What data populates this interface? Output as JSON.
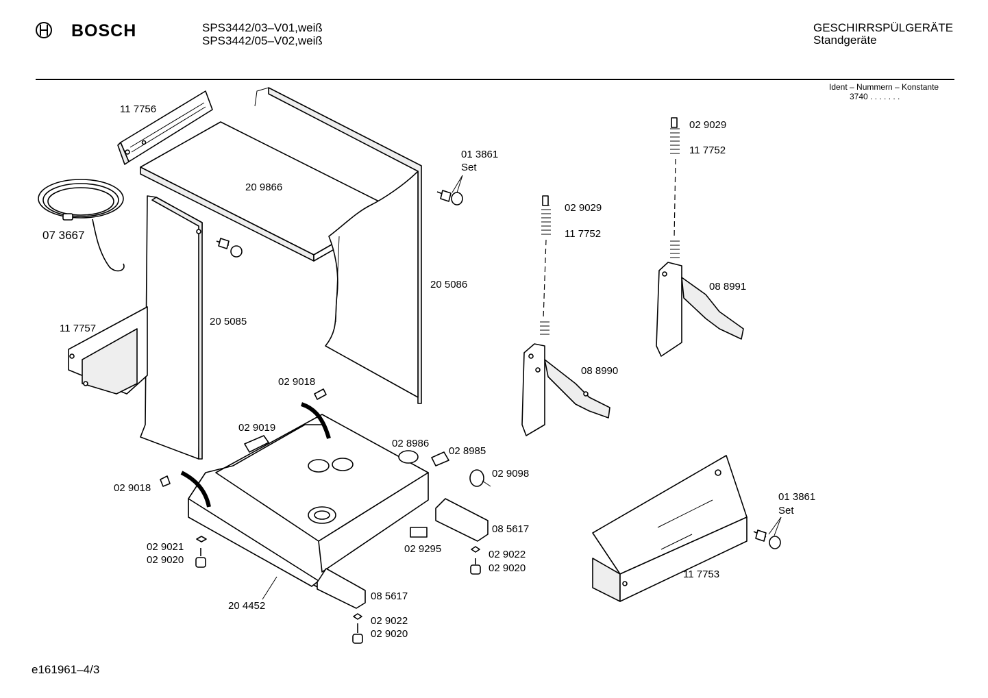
{
  "header": {
    "brand": "BOSCH",
    "model_line_1": "SPS3442/03–V01,weiß",
    "model_line_2": "SPS3442/05–V02,weiß",
    "category": "GESCHIRRSPÜLGERÄTE",
    "subcategory": "Standgeräte",
    "ident_label": "Ident – Nummern – Konstante",
    "ident_value": "3740 . . . . . . ."
  },
  "footer": {
    "doc_ref": "e161961–4/3"
  },
  "parts": {
    "p117756": "11 7756",
    "p209866": "20 9866",
    "p013861a": "01 3861",
    "set_a": "Set",
    "p073667": "07 3667",
    "p205086": "20 5086",
    "p205085": "20 5085",
    "p117757": "11 7757",
    "p029029a": "02 9029",
    "p117752a": "11 7752",
    "p029029b": "02 9029",
    "p117752b": "11 7752",
    "p088991": "08 8991",
    "p088990": "08 8990",
    "p029018a": "02 9018",
    "p029019": "02 9019",
    "p028986": "02 8986",
    "p028985": "02 8985",
    "p029098": "02 9098",
    "p029018b": "02 9018",
    "p085617a": "08 5617",
    "p029021": "02 9021",
    "p029020a": "02 9020",
    "p029295": "02 9295",
    "p029022a": "02 9022",
    "p029020b": "02 9020",
    "p204452": "20 4452",
    "p085617b": "08 5617",
    "p029022b": "02 9022",
    "p029020c": "02 9020",
    "p013861b": "01 3861",
    "set_b": "Set",
    "p117753": "11 7753"
  }
}
